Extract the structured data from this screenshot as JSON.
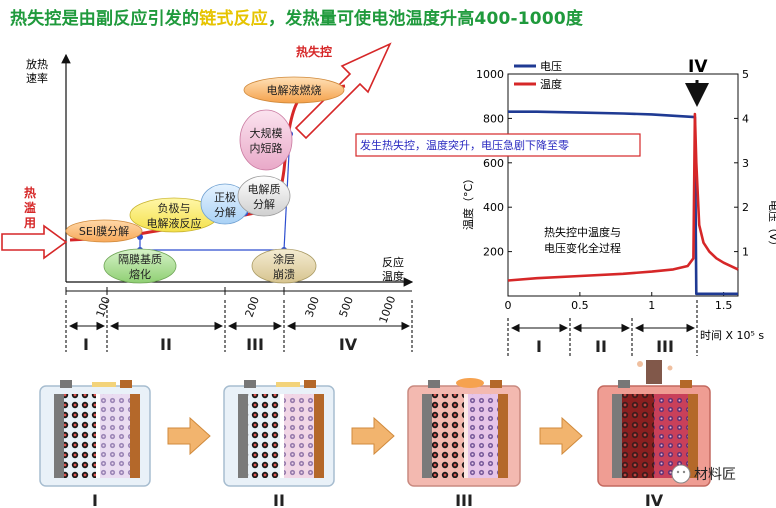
{
  "title": {
    "part1": "热失控是由副反应引发的",
    "highlight": "链式反应",
    "part2": "，发热量可使电池温度升高400-1000度"
  },
  "left_diagram": {
    "y_axis_label": [
      "放热",
      "速率"
    ],
    "x_axis_label": [
      "反应",
      "温度"
    ],
    "runaway_label": "热失控",
    "abuse_label": [
      "热",
      "滥",
      "用"
    ],
    "bubbles": {
      "sei": "SEI膜分解",
      "neg": [
        "负极与",
        "电解液反应"
      ],
      "pos": [
        "正极",
        "分解"
      ],
      "electrolyte": [
        "电解质",
        "分解"
      ],
      "short": [
        "大规模",
        "内短路"
      ],
      "burn": "电解液燃烧",
      "separator": [
        "隔膜基质",
        "熔化"
      ],
      "coating": [
        "涂层",
        "崩溃"
      ]
    },
    "temp_ticks": [
      "100",
      "200",
      "300",
      "500",
      "1000"
    ],
    "stages": [
      "I",
      "II",
      "III",
      "IV"
    ]
  },
  "right_chart": {
    "legend": [
      "电压",
      "温度"
    ],
    "left_axis_label": "温度（°C）",
    "right_axis_label": "电压（V）",
    "x_axis_label": "时间 X 10⁵ s",
    "stage_marker": "IV",
    "annotation": "发生热失控，温度突升，电压急剧下降至零",
    "inner_caption": [
      "热失控中温度与",
      "电压变化全过程"
    ],
    "stages": [
      "I",
      "II",
      "III"
    ]
  },
  "chart_data": {
    "type": "line",
    "xlabel": "时间 X 10⁵ s",
    "ylabel": "温度（°C）",
    "y2label": "电压（V）",
    "xlim": [
      0,
      1.6
    ],
    "ylim": [
      0,
      1000
    ],
    "y2lim": [
      0,
      5
    ],
    "x_ticks": [
      "0",
      "0.5",
      "1",
      "1.5"
    ],
    "y_ticks": [
      "200",
      "400",
      "600",
      "800",
      "1000"
    ],
    "y2_ticks": [
      "1",
      "2",
      "3",
      "4",
      "5"
    ],
    "series": [
      {
        "name": "电压",
        "axis": "right",
        "color": "#1f3a93",
        "x": [
          0,
          0.2,
          0.5,
          0.8,
          1.0,
          1.2,
          1.3,
          1.305,
          1.31,
          1.6
        ],
        "y": [
          4.15,
          4.15,
          4.13,
          4.11,
          4.09,
          4.05,
          4.03,
          2.0,
          0.05,
          0.05
        ]
      },
      {
        "name": "温度",
        "axis": "left",
        "color": "#d62728",
        "x": [
          0,
          0.2,
          0.5,
          0.8,
          1.0,
          1.15,
          1.25,
          1.29,
          1.3,
          1.31,
          1.33,
          1.36,
          1.4,
          1.45,
          1.5,
          1.6
        ],
        "y": [
          70,
          80,
          90,
          100,
          110,
          120,
          135,
          170,
          820,
          600,
          320,
          240,
          200,
          170,
          150,
          120
        ]
      }
    ]
  },
  "bottom_panels": [
    "I",
    "II",
    "III",
    "IV"
  ],
  "watermark": "材料匠",
  "colors": {
    "title": "#1f9a3c",
    "highlight": "#e6c400",
    "red": "#d62728",
    "blue": "#1f3a93"
  }
}
